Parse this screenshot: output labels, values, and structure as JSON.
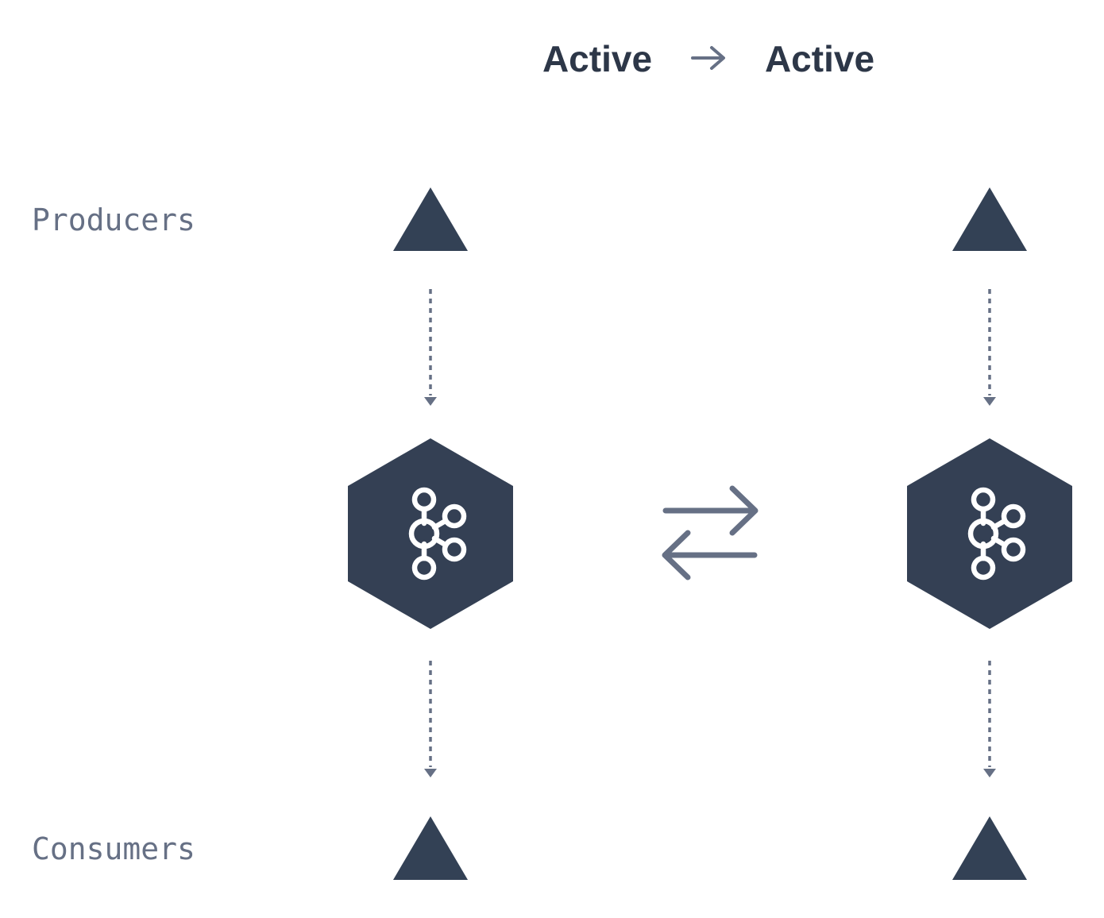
{
  "header": {
    "left_label": "Active",
    "right_label": "Active",
    "arrow_icon": "arrow-right-icon"
  },
  "rows": {
    "producers_label": "Producers",
    "consumers_label": "Consumers"
  },
  "clusters": [
    {
      "icon": "kafka-cluster-icon"
    },
    {
      "icon": "kafka-cluster-icon"
    }
  ],
  "replication_icon": "bidirectional-arrows-icon",
  "colors": {
    "dark": "#344054",
    "slate": "#334155",
    "muted": "#667085",
    "white": "#ffffff"
  }
}
